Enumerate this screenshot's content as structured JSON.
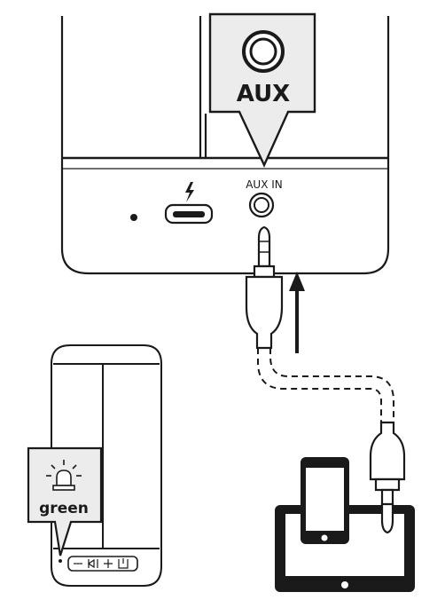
{
  "callouts": {
    "aux_label": "AUX",
    "led_label": "green"
  },
  "port_labels": {
    "aux_in": "AUX IN"
  },
  "icons": {
    "aux_callout": "headphone-jack-icon",
    "led_callout": "led-light-icon",
    "power_port": "lightning-bolt-icon"
  },
  "colors": {
    "line": "#1a1a1a",
    "callout_fill": "#ececec",
    "background": "#ffffff"
  }
}
